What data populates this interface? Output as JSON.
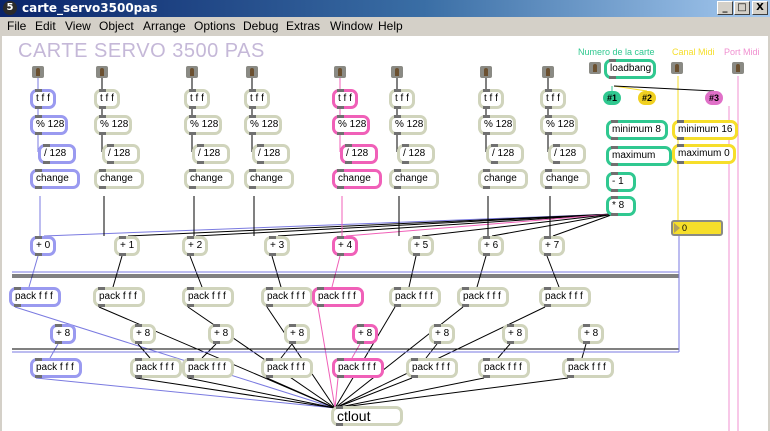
{
  "window": {
    "title": "carte_servo3500pas",
    "app_icon": "5",
    "controls": {
      "minimize": "_",
      "maximize": "□",
      "close": "X"
    }
  },
  "menu": [
    "File",
    "Edit",
    "View",
    "Object",
    "Arrange",
    "Options",
    "Debug",
    "Extras",
    "Window",
    "Help"
  ],
  "patch": {
    "heading": "CARTE SERVO 3500 PAS",
    "labels": {
      "card_number": "Numero de la carte",
      "midi_channel": "Canal Midi",
      "midi_port": "Port Midi"
    },
    "colors": {
      "default": "#d0d4bc",
      "blue": "#9a9af0",
      "pink": "#f060b8",
      "green": "#30c890",
      "yellow": "#f6de2a",
      "heading": "#c5b8d8"
    },
    "channels": [
      {
        "trigger": "t f f",
        "mod": "% 128",
        "div": "/ 128",
        "change": "change",
        "offset": "+ 0",
        "pack1": "pack f f f",
        "plus8": "+ 8",
        "pack2": "pack f f f",
        "color": "blue"
      },
      {
        "trigger": "t f f",
        "mod": "% 128",
        "div": "/ 128",
        "change": "change",
        "offset": "+ 1",
        "pack1": "pack f f f",
        "plus8": "+ 8",
        "pack2": "pack f f f",
        "color": "default"
      },
      {
        "trigger": "t f f",
        "mod": "% 128",
        "div": "/ 128",
        "change": "change",
        "offset": "+ 2",
        "pack1": "pack f f f",
        "plus8": "+ 8",
        "pack2": "pack f f f",
        "color": "default"
      },
      {
        "trigger": "t f f",
        "mod": "% 128",
        "div": "/ 128",
        "change": "change",
        "offset": "+ 3",
        "pack1": "pack f f f",
        "plus8": "+ 8",
        "pack2": "pack f f f",
        "color": "default"
      },
      {
        "trigger": "t f f",
        "mod": "% 128",
        "div": "/ 128",
        "change": "change",
        "offset": "+ 4",
        "pack1": "pack f f f",
        "plus8": "+ 8",
        "pack2": "pack f f f",
        "color": "pink"
      },
      {
        "trigger": "t f f",
        "mod": "% 128",
        "div": "/ 128",
        "change": "change",
        "offset": "+ 5",
        "pack1": "pack f f f",
        "plus8": "+ 8",
        "pack2": "pack f f f",
        "color": "default"
      },
      {
        "trigger": "t f f",
        "mod": "% 128",
        "div": "/ 128",
        "change": "change",
        "offset": "+ 6",
        "pack1": "pack f f f",
        "plus8": "+ 8",
        "pack2": "pack f f f",
        "color": "default"
      },
      {
        "trigger": "t f f",
        "mod": "% 128",
        "div": "/ 128",
        "change": "change",
        "offset": "+ 7",
        "pack1": "pack f f f",
        "plus8": "+ 8",
        "pack2": "pack f f f",
        "color": "default"
      }
    ],
    "control": {
      "loadbang": "loadbang",
      "send1": "#1",
      "send2": "#2",
      "send3": "#3",
      "min_card": "minimum 8",
      "max_card": "maximum",
      "minus1": "- 1",
      "times8": "* 8",
      "min_chan": "minimum 16",
      "max_chan": "maximum 0",
      "chan_number": "0"
    },
    "output": "ctlout"
  }
}
